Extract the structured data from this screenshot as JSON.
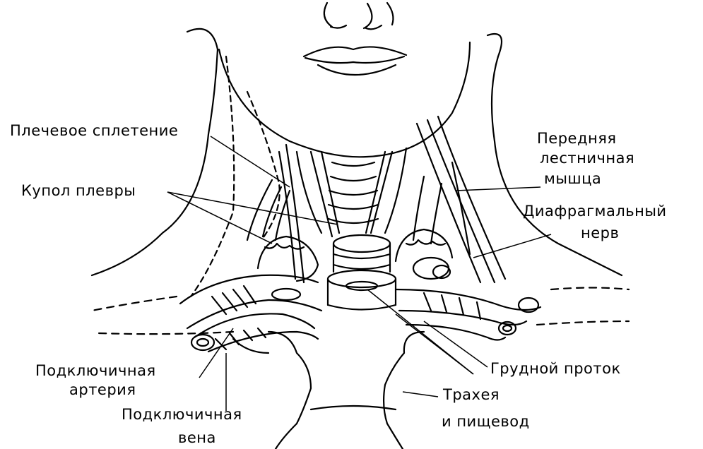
{
  "labels": {
    "brachial_plexus": "Плечевое сплетение",
    "pleura_dome": "Купол плевры",
    "anterior_scalene_1": "Передняя",
    "anterior_scalene_2": "лестничная",
    "anterior_scalene_3": "мышца",
    "phrenic_nerve_1": "Диафрагмальный",
    "phrenic_nerve_2": "нерв",
    "subclavian_artery_1": "Подключичная",
    "subclavian_artery_2": "артерия",
    "subclavian_vein_1": "Подключичная",
    "subclavian_vein_2": "вена",
    "thoracic_duct": "Грудной проток",
    "trachea_esophagus_1": "Трахея",
    "trachea_esophagus_2": "и пищевод"
  }
}
